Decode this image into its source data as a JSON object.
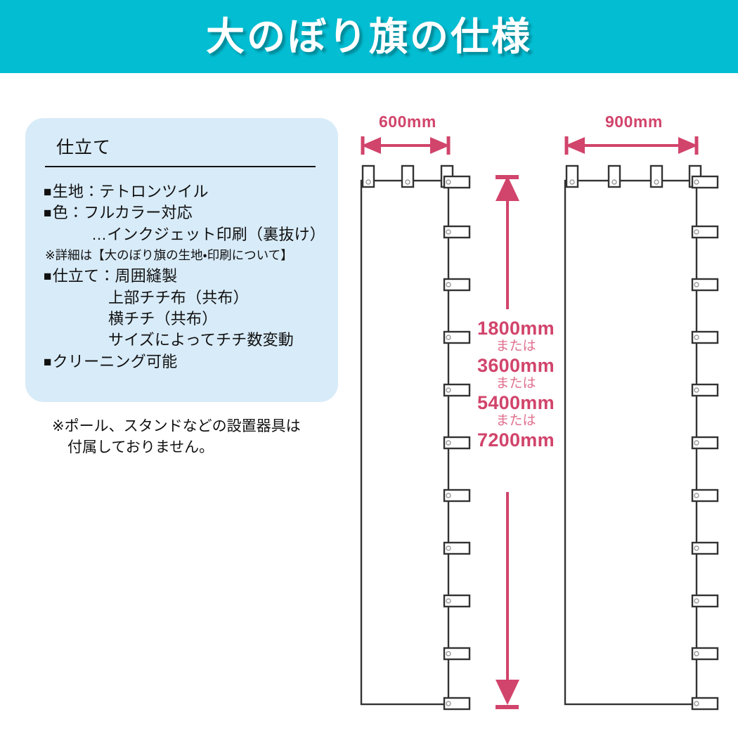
{
  "header": {
    "title": "大のぼり旗の仕様",
    "background_color": "#03bdd2",
    "text_color": "#ffffff"
  },
  "spec_panel": {
    "heading": "仕立て",
    "background_color": "#d8ebf8",
    "lines": [
      {
        "text": "生地：テトロンツイル",
        "style": "bullet"
      },
      {
        "text": "色：フルカラー対応",
        "style": "bullet"
      },
      {
        "text": "…インクジェット印刷（裏抜け）",
        "style": "indent-1"
      },
      {
        "text": "※詳細は【大のぼり旗の生地・印刷について】",
        "style": "small"
      },
      {
        "text": "仕立て：周囲縫製",
        "style": "bullet"
      },
      {
        "text": "上部チチ布（共布）",
        "style": "indent-2"
      },
      {
        "text": "横チチ（共布）",
        "style": "indent-2"
      },
      {
        "text": "サイズによってチチ数変動",
        "style": "indent-2"
      },
      {
        "text": "クリーニング可能",
        "style": "bullet"
      }
    ]
  },
  "panel_note": {
    "line1": "※ポール、スタンドなどの設置器具は",
    "line2": "付属しておりません。"
  },
  "diagram": {
    "accent_color": "#d1446b",
    "accent_color_light": "#e0718f",
    "outline_color": "#3a3a3a",
    "flags": [
      {
        "name": "flag-600",
        "width_label": "600mm",
        "top_tabs": 3,
        "side_tabs": 11
      },
      {
        "name": "flag-900",
        "width_label": "900mm",
        "top_tabs": 4,
        "side_tabs": 11
      }
    ],
    "height_labels": [
      {
        "text": "1800mm",
        "kind": "size"
      },
      {
        "text": "または",
        "kind": "or"
      },
      {
        "text": "3600mm",
        "kind": "size"
      },
      {
        "text": "または",
        "kind": "or"
      },
      {
        "text": "5400mm",
        "kind": "size"
      },
      {
        "text": "または",
        "kind": "or"
      },
      {
        "text": "7200mm",
        "kind": "size"
      }
    ]
  }
}
